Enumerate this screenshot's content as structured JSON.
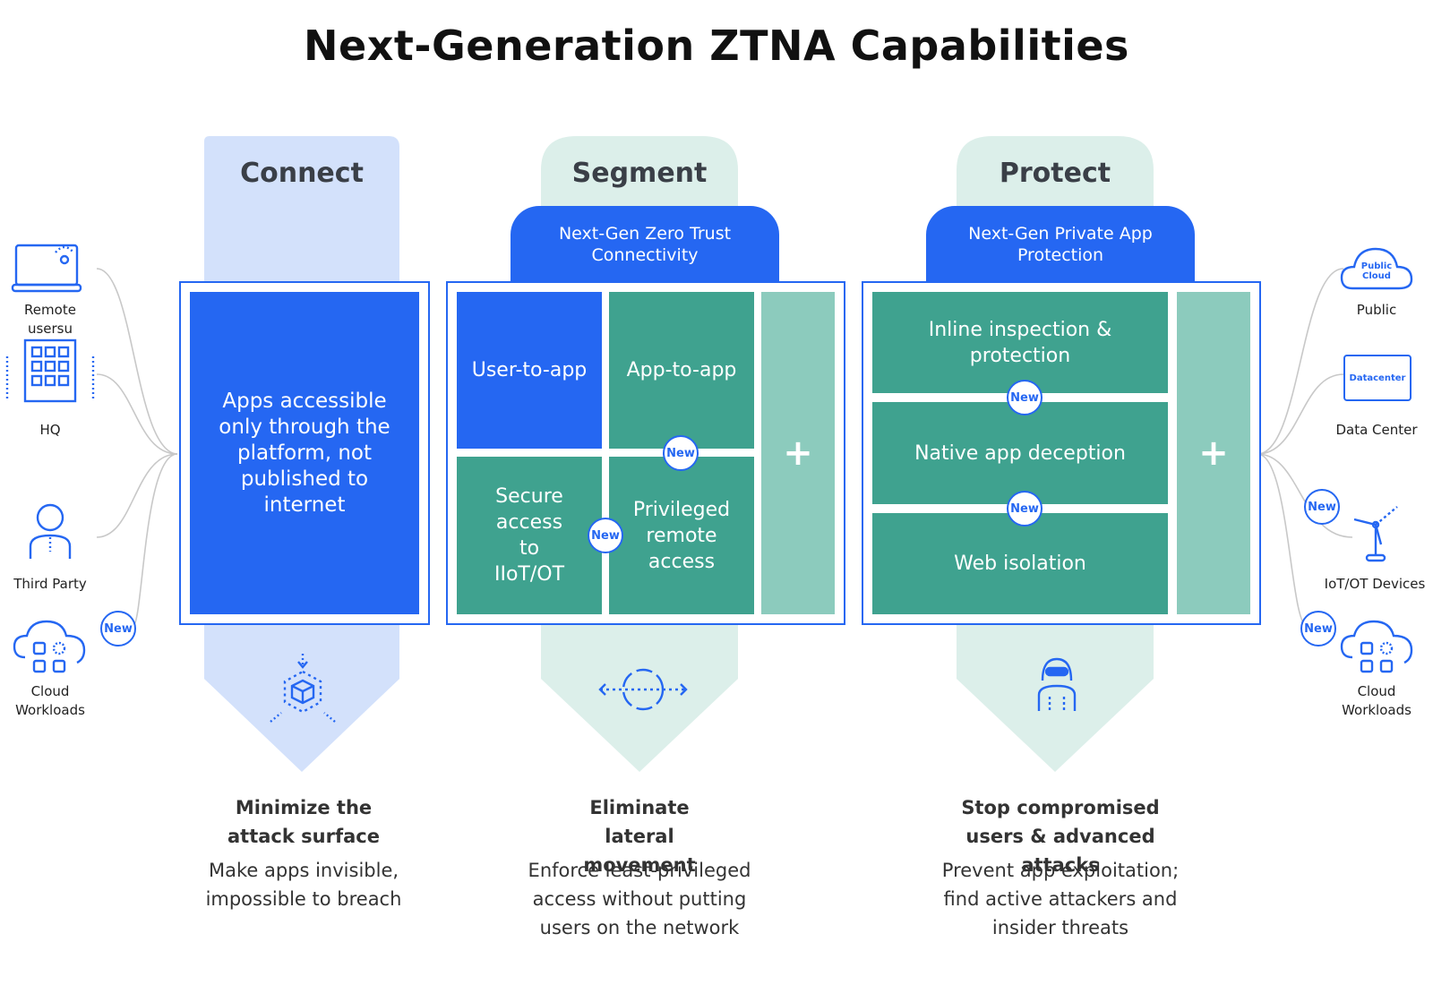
{
  "title": "Next-Generation ZTNA Capabilities",
  "columns": {
    "connect": {
      "heading": "Connect",
      "box_text": "Apps accessible only through the platform, not published to internet",
      "icon": "hexagon-box-icon",
      "outcome_title": "Minimize the attack surface",
      "outcome_desc": "Make apps invisible, impossible to breach"
    },
    "segment": {
      "heading": "Segment",
      "tab": "Next-Gen Zero Trust Connectivity",
      "cells": [
        "User-to-app",
        "App-to-app",
        "Secure access to IIoT/OT",
        "Privileged remote access"
      ],
      "plus": "+",
      "icon": "lateral-arrows-icon",
      "outcome_title": "Eliminate lateral movement",
      "outcome_desc": "Enforce least-privileged access without putting users on the network"
    },
    "protect": {
      "heading": "Protect",
      "tab": "Next-Gen Private App Protection",
      "cells": [
        "Inline inspection & protection",
        "Native app deception",
        "Web isolation"
      ],
      "plus": "+",
      "icon": "hooded-attacker-icon",
      "outcome_title": "Stop compromised users & advanced attacks",
      "outcome_desc": "Prevent app exploitation; find active attackers and insider threats"
    }
  },
  "badge": "New",
  "left_sources": [
    "Remote usersu",
    "HQ",
    "Third Party",
    "Cloud Workloads"
  ],
  "right_destinations": [
    "Public",
    "Data Center",
    "IoT/OT Devices",
    "Cloud Workloads"
  ],
  "icon_text": {
    "public_cloud": "Public Cloud",
    "datacenter": "Datacenter"
  },
  "colors": {
    "primary_blue": "#2567f2",
    "teal": "#3fa28f",
    "light_teal": "#8ccbbd",
    "connect_bg": "#d3e1fb",
    "segment_bg": "#dcefea"
  }
}
